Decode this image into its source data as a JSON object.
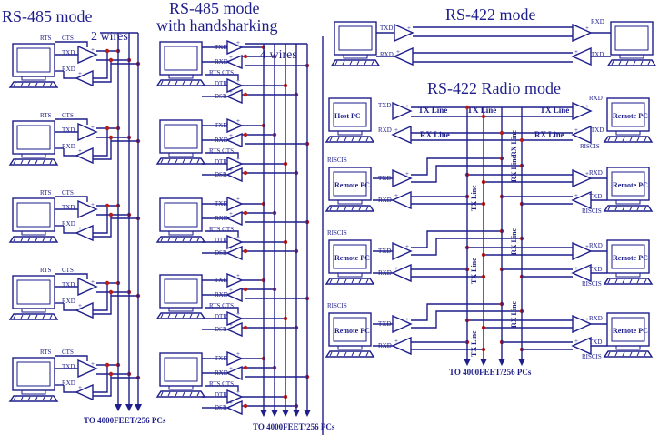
{
  "titles": {
    "rs485": "RS-485 mode",
    "rs485hs_line1": "RS-485 mode",
    "rs485hs_line2": "with handsharking",
    "rs422": "RS-422 mode",
    "rs422radio": "RS-422 Radio mode"
  },
  "labels": {
    "two_wires": "2 wires",
    "four_wires": "4 wires",
    "rts": "RTS",
    "cts": "CTS",
    "txd": "TXD",
    "rxd": "RXD",
    "dtr": "DTR",
    "dsr": "DSR",
    "rts_cts": "RTS CTS",
    "riscis": "RISCIS",
    "host_pc": "Host PC",
    "remote_pc": "Remote PC",
    "tx_line": "TX Line",
    "rx_line": "RX Line",
    "plus": "+"
  },
  "footers": {
    "rs485": "TO 4000FEET/256 PCs",
    "rs485hs": "TO 4000FEET/256 PCs",
    "radio": "TO 4000FEET/256 PCs"
  },
  "colors": {
    "wire": "#1e1e8c",
    "junction": "#b41e1e",
    "background": "#ffffff"
  }
}
